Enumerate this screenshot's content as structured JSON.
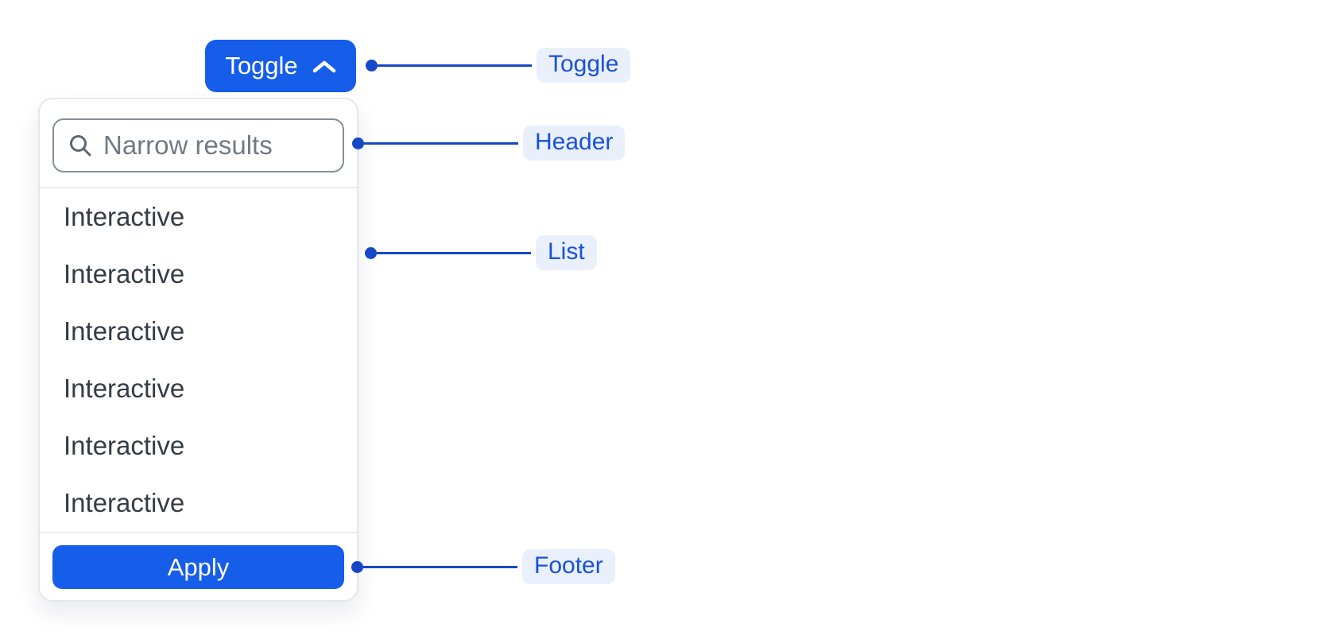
{
  "toggle_button": {
    "label": "Toggle"
  },
  "dropdown": {
    "search": {
      "placeholder": "Narrow results"
    },
    "items": [
      "Interactive",
      "Interactive",
      "Interactive",
      "Interactive",
      "Interactive",
      "Interactive"
    ],
    "footer": {
      "apply_label": "Apply"
    }
  },
  "annotations": {
    "toggle": {
      "label": "Toggle"
    },
    "header": {
      "label": "Header"
    },
    "list": {
      "label": "List"
    },
    "footer": {
      "label": "Footer"
    }
  },
  "icons": {
    "chevron": "chevron-up-icon",
    "search": "search-icon"
  },
  "colors": {
    "primary_blue": "#165DE9",
    "connector_blue": "#1647C6",
    "annotation_pill_bg": "#E9F0FC",
    "annotation_text": "#1A50D9",
    "panel_border": "#E5E7EA",
    "input_border": "#878D97",
    "list_text": "#353C46",
    "placeholder_text": "#737983",
    "divider": "#ECEDF0"
  }
}
